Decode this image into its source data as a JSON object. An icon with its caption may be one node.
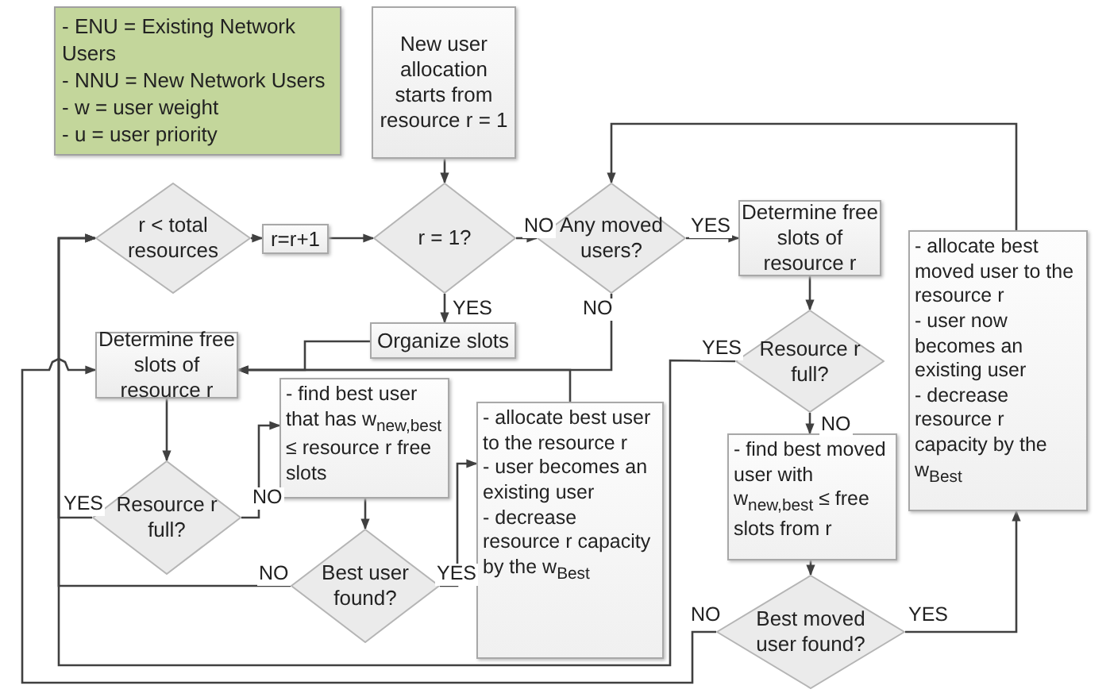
{
  "diagram": {
    "nodes": [
      {
        "text": [
          "- ENU = Existing Network Users",
          "- NNU = New Network Users",
          "- w = user weight",
          "- u = user priority"
        ]
      },
      {
        "text": [
          "New user allocation starts from resource r = 1"
        ]
      },
      {
        "text": [
          "r < total resources"
        ]
      },
      {
        "text": [
          "r=r+1"
        ]
      },
      {
        "text": [
          "r = 1?"
        ]
      },
      {
        "text": [
          "Any moved users?"
        ]
      },
      {
        "text": [
          "Determine free slots of resource r"
        ]
      },
      {
        "text": [
          "- allocate best moved user to the resource r",
          "- user now becomes an existing user",
          "- decrease resource r capacity by the w$_{Best}$"
        ]
      },
      {
        "text": [
          "Organize slots"
        ]
      },
      {
        "text": [
          "Determine free slots of resource r"
        ]
      },
      {
        "text": [
          "Resource r full?"
        ]
      },
      {
        "text": [
          "- find best user that has w$_{new,best}$ ≤ resource r free slots"
        ]
      },
      {
        "text": [
          "- allocate best user to the resource r",
          "- user becomes an existing user",
          "- decrease resource r capacity by the w$_{Best}$"
        ]
      },
      {
        "text": [
          "Resource r full?"
        ]
      },
      {
        "text": [
          "- find best moved user with w$_{new,best}$ ≤ free slots from r"
        ]
      },
      {
        "text": [
          "Best user found?"
        ]
      },
      {
        "text": [
          "Best moved user found?"
        ]
      }
    ],
    "edges": [
      {
        "from": 1,
        "to": 4,
        "arrow": "to"
      },
      {
        "from": 2,
        "to": 3,
        "arrow": "to"
      },
      {
        "from": 3,
        "to": 4,
        "arrow": "to"
      },
      {
        "from": 4,
        "to": 5,
        "arrow": "to",
        "label": "NO"
      },
      {
        "from": 4,
        "to": 8,
        "arrow": "to",
        "label": "YES"
      },
      {
        "from": 5,
        "to": 6,
        "arrow": "to",
        "label": "YES"
      },
      {
        "from": 5,
        "to": 9,
        "arrow": "to",
        "label": "NO"
      },
      {
        "from": 8,
        "to": 9,
        "arrow": "to"
      },
      {
        "from": 12,
        "to": 9,
        "arrow": "to"
      },
      {
        "from": 6,
        "to": 10,
        "arrow": "to"
      },
      {
        "from": 10,
        "to": 14,
        "arrow": "to",
        "label": "NO"
      },
      {
        "from": 10,
        "to": 2,
        "arrow": "to",
        "label": "YES"
      },
      {
        "from": 14,
        "to": 16,
        "arrow": "to"
      },
      {
        "from": 16,
        "to": 7,
        "arrow": "to",
        "label": "YES"
      },
      {
        "from": 16,
        "to": 9,
        "arrow": "to",
        "label": "NO"
      },
      {
        "from": 7,
        "to": 5,
        "arrow": "to"
      },
      {
        "from": 9,
        "to": 13,
        "arrow": "to"
      },
      {
        "from": 13,
        "to": 11,
        "arrow": "to",
        "label": "NO"
      },
      {
        "from": 13,
        "to": 2,
        "arrow": "to",
        "label": "YES"
      },
      {
        "from": 11,
        "to": 15,
        "arrow": "to"
      },
      {
        "from": 15,
        "to": 12,
        "arrow": "to",
        "label": "YES"
      },
      {
        "from": 15,
        "to": 2,
        "arrow": "to",
        "label": "NO"
      }
    ]
  }
}
